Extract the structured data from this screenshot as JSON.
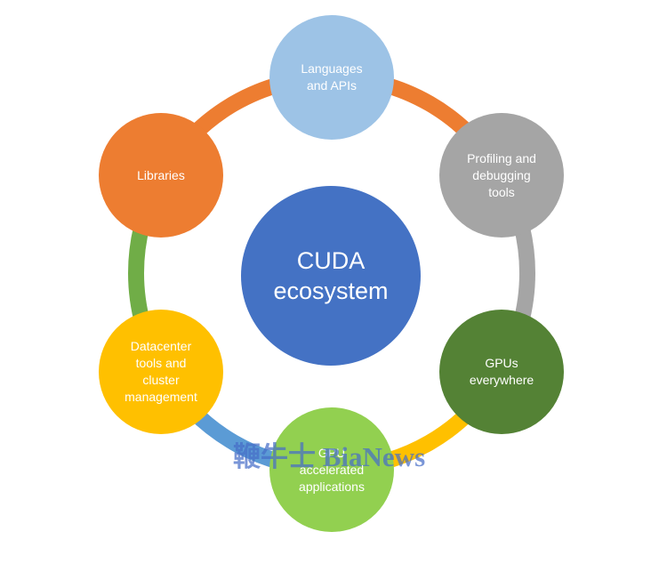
{
  "diagram": {
    "center": {
      "label": "CUDA\necosystem",
      "color": "#4472C4"
    },
    "nodes": [
      {
        "id": "languages",
        "label": "Languages\nand APIs",
        "color": "#9DC3E6",
        "arc_color": "#ED7D31"
      },
      {
        "id": "profiling",
        "label": "Profiling and\ndebugging\ntools",
        "color": "#A5A5A5",
        "arc_color": "#A5A5A5"
      },
      {
        "id": "gpus",
        "label": "GPUs\neverywhere",
        "color": "#548235",
        "arc_color": "#FFC000"
      },
      {
        "id": "gpu-accelerated",
        "label": "GPU\naccelerated\napplications",
        "color": "#92D050",
        "arc_color": "#5B9BD5"
      },
      {
        "id": "datacenter",
        "label": "Datacenter\ntools and\ncluster\nmanagement",
        "color": "#FFC000",
        "arc_color": "#70AD47"
      },
      {
        "id": "libraries",
        "label": "Libraries",
        "color": "#ED7D31",
        "arc_color": "#ED7D31"
      }
    ]
  },
  "watermark": {
    "text": "鞭牛士 BiaNews",
    "color": "#466EC8"
  }
}
